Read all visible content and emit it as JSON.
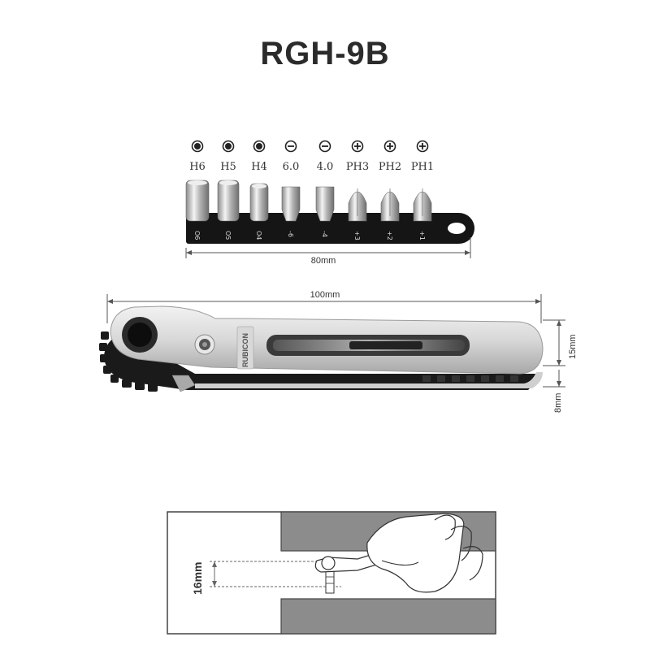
{
  "title": "RGH-9B",
  "bits": [
    {
      "label": "H6",
      "holder": "O6",
      "icon": "hex-socket-icon"
    },
    {
      "label": "H5",
      "holder": "O5",
      "icon": "hex-socket-icon"
    },
    {
      "label": "H4",
      "holder": "O4",
      "icon": "hex-socket-icon"
    },
    {
      "label": "6.0",
      "holder": "-6",
      "icon": "slotted-icon"
    },
    {
      "label": "4.0",
      "holder": "-4",
      "icon": "slotted-icon"
    },
    {
      "label": "PH3",
      "holder": "+3",
      "icon": "phillips-icon"
    },
    {
      "label": "PH2",
      "holder": "+2",
      "icon": "phillips-icon"
    },
    {
      "label": "PH1",
      "holder": "+1",
      "icon": "phillips-icon"
    }
  ],
  "dimensions": {
    "holder_length": "80mm",
    "tool_length": "100mm",
    "tool_height": "15mm",
    "ratchet_thickness": "8mm",
    "clearance": "16mm"
  },
  "brand": "RUBICON"
}
